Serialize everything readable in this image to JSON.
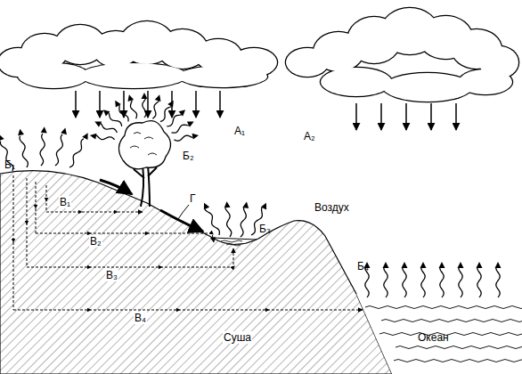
{
  "diagram": {
    "labels": [
      "А₁",
      "А₂",
      "Б₁",
      "Б₂",
      "В₁",
      "Г",
      "Воздух",
      "Б₃",
      "Б₄",
      "В₂",
      "В₃",
      "В₄",
      "Суша",
      "Океан"
    ]
  }
}
